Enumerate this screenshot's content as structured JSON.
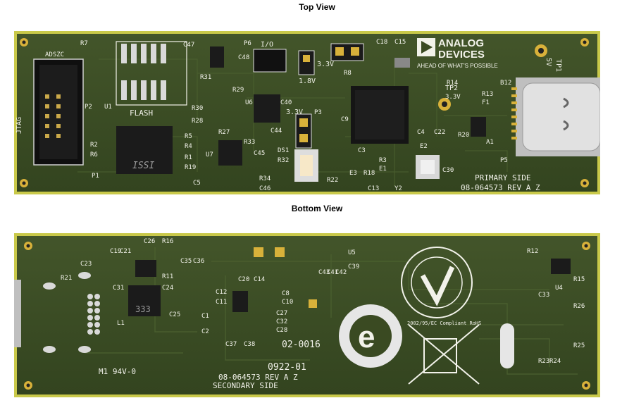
{
  "titles": {
    "top": "Top View",
    "bottom": "Bottom View"
  },
  "colors": {
    "pcb": "#3a4a22",
    "pcb_dark": "#2c3a1a",
    "edge": "#c9c94a",
    "gold": "#d8b13a",
    "silk": "#f2f2ea",
    "chip": "#1b1b1b"
  },
  "top_board": {
    "brand_line1": "ANALOG",
    "brand_line2": "DEVICES",
    "tagline": "AHEAD OF WHAT'S POSSIBLE",
    "side_label": "PRIMARY SIDE",
    "rev_label": "08-064573 REV A Z",
    "flash_label": "FLASH",
    "jtag_label": "JTAG",
    "adsz_label": "ADSZC",
    "io_label": "I/O",
    "v18_label": "1.8V",
    "v33_label": "3.3V",
    "v33b_label": "3.3V",
    "v33c_label": "3.3V",
    "v5_label": "5V",
    "tp1_label": "TP1",
    "tp2_label": "TP2",
    "issi_text": "ISSI",
    "refs": [
      "R7",
      "C47",
      "P6",
      "C48",
      "R8",
      "C18",
      "C15",
      "R31",
      "R29",
      "U6",
      "R30",
      "R28",
      "C40",
      "C44",
      "P3",
      "R27",
      "R33",
      "C45",
      "U7",
      "R2",
      "R6",
      "R5",
      "R4",
      "R1",
      "R19",
      "DS1",
      "R32",
      "R34",
      "C46",
      "C5",
      "P1",
      "P2",
      "U1",
      "C9",
      "C3",
      "R3",
      "E1",
      "C4",
      "C22",
      "E2",
      "E3",
      "R18",
      "R22",
      "C13",
      "Y2",
      "C30",
      "R14",
      "R13",
      "F1",
      "R20",
      "A1",
      "B12",
      "P5"
    ]
  },
  "bottom_board": {
    "side_label": "SECONDARY SIDE",
    "rev_label": "08-064573 REV A Z",
    "pn1": "02-0016",
    "pn2": "0922-01",
    "ul_mark": "M1 94V-0",
    "rohs_ring": "2002/95/EC Compliant RoHS",
    "inductor_text": "333",
    "refs": [
      "C26",
      "R16",
      "C19",
      "C21",
      "C23",
      "R21",
      "C35",
      "C36",
      "R11",
      "C24",
      "C31",
      "C25",
      "L1",
      "C12",
      "C11",
      "C20",
      "C14",
      "C10",
      "C8",
      "C1",
      "C2",
      "C27",
      "C32",
      "C28",
      "C37",
      "C38",
      "C39",
      "C43",
      "C41",
      "C42",
      "U5",
      "R12",
      "R15",
      "U4",
      "C33",
      "R26",
      "R25",
      "R23",
      "R24"
    ]
  }
}
